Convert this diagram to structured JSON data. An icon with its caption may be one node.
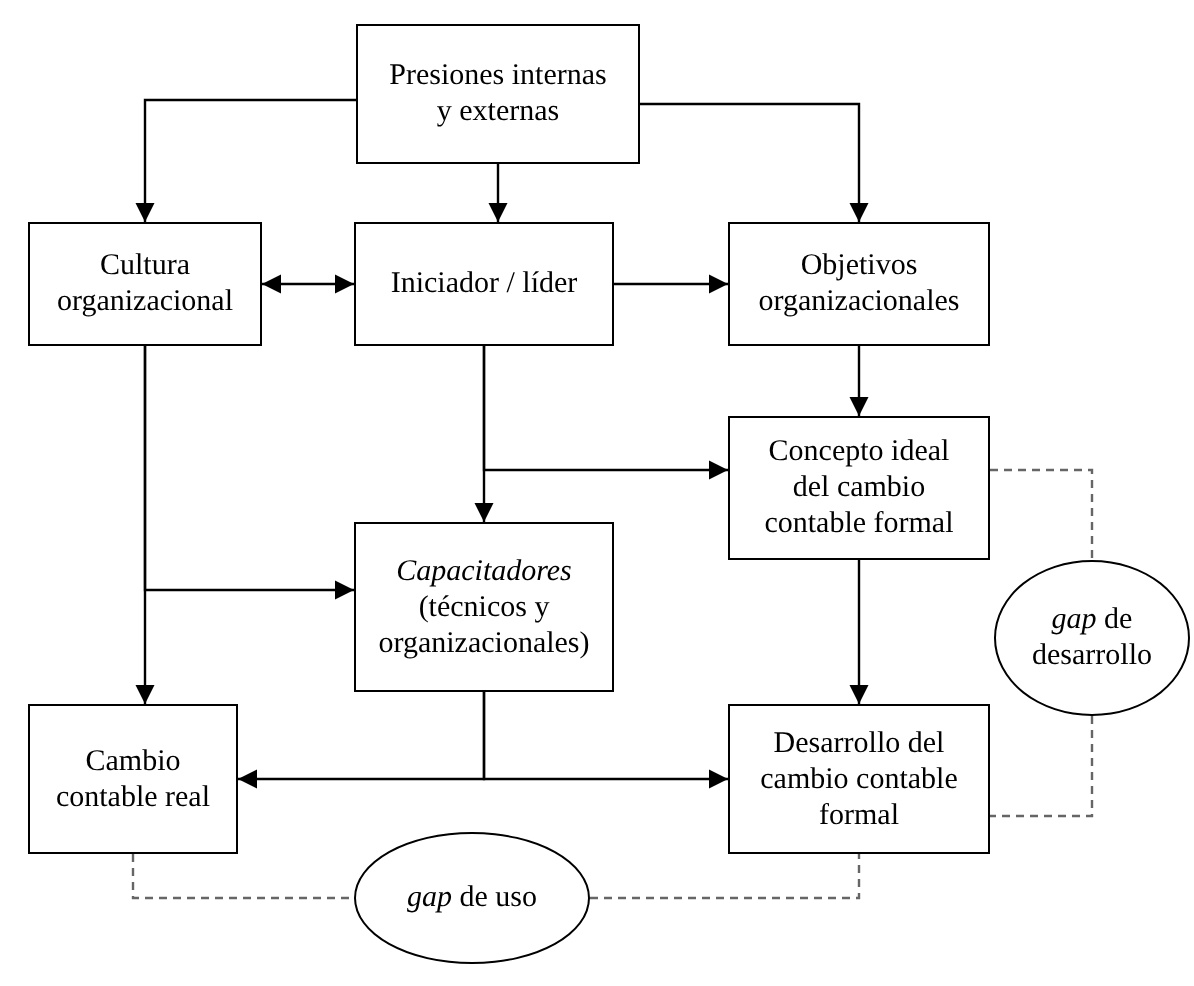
{
  "diagram": {
    "nodes": [
      {
        "text": [
          "Presiones internas y externas"
        ]
      },
      {
        "text": [
          "Cultura organizacional"
        ]
      },
      {
        "text": [
          "Iniciador / líder"
        ]
      },
      {
        "text": [
          "Objetivos organizacionales"
        ]
      },
      {
        "text": [
          "Concepto ideal del cambio contable formal"
        ]
      },
      {
        "text": [
          "*Capacitadores* (técnicos y organizacionales)"
        ]
      },
      {
        "text": [
          "Cambio contable real"
        ]
      },
      {
        "text": [
          "Desarrollo del cambio contable formal"
        ]
      },
      {
        "text": [
          "*gap* de desarrollo"
        ]
      },
      {
        "text": [
          "*gap* de uso"
        ]
      }
    ],
    "edges": [
      {
        "from": 0,
        "to": 1,
        "arrow": "to"
      },
      {
        "from": 0,
        "to": 2,
        "arrow": "to"
      },
      {
        "from": 0,
        "to": 3,
        "arrow": "to"
      },
      {
        "from": 1,
        "to": 2,
        "arrow": "both"
      },
      {
        "from": 2,
        "to": 3,
        "arrow": "to"
      },
      {
        "from": 3,
        "to": 4,
        "arrow": "to"
      },
      {
        "from": 2,
        "to": 4,
        "arrow": "to"
      },
      {
        "from": 2,
        "to": 5,
        "arrow": "to"
      },
      {
        "from": 1,
        "to": 5,
        "arrow": "to"
      },
      {
        "from": 1,
        "to": 6,
        "arrow": "to"
      },
      {
        "from": 4,
        "to": 7,
        "arrow": "to"
      },
      {
        "from": 5,
        "to": 6,
        "arrow": "to"
      },
      {
        "from": 5,
        "to": 7,
        "arrow": "to"
      },
      {
        "from": 6,
        "to": 9,
        "arrow": "none",
        "style": "dashed",
        "color": "#666666"
      },
      {
        "from": 9,
        "to": 7,
        "arrow": "none",
        "style": "dashed",
        "color": "#666666"
      },
      {
        "from": 4,
        "to": 8,
        "arrow": "none",
        "style": "dashed",
        "color": "#666666"
      },
      {
        "from": 8,
        "to": 7,
        "arrow": "none",
        "style": "dashed",
        "color": "#666666"
      }
    ]
  }
}
